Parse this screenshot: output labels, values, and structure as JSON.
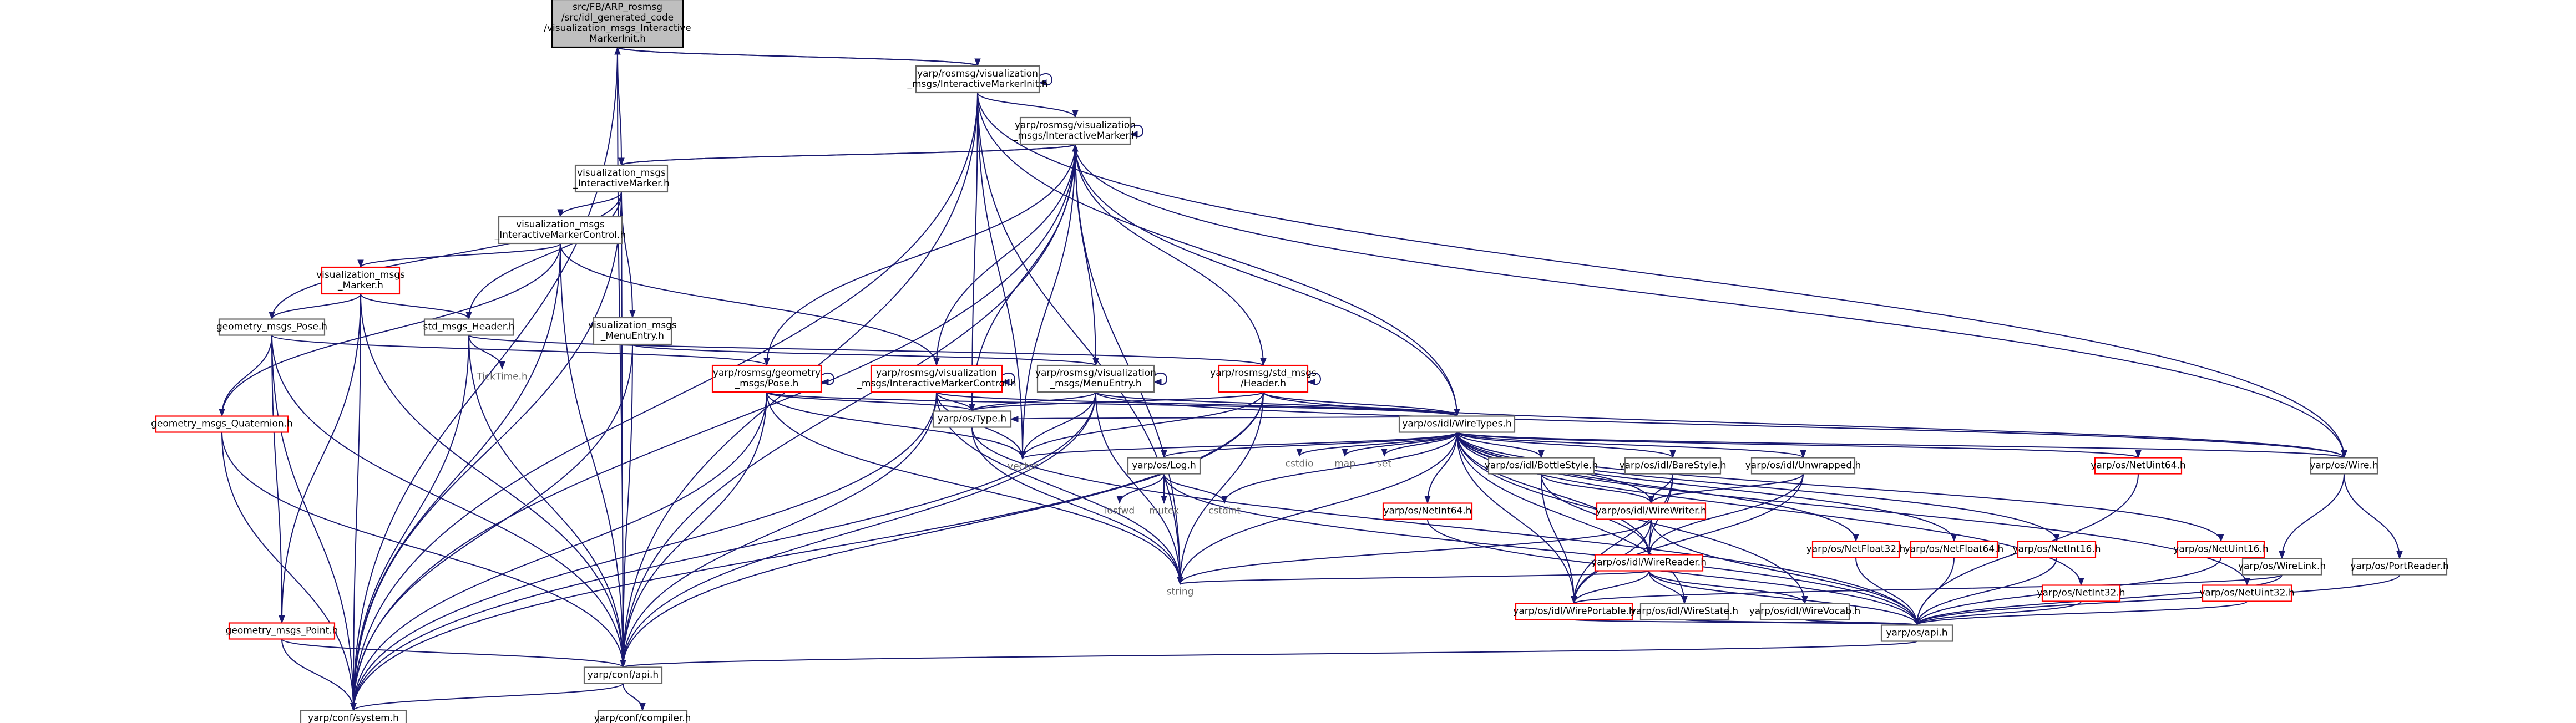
{
  "nodes": [
    {
      "id": "root",
      "label": [
        "src/FB/ARP_rosmsg",
        "/src/idl_generated_code",
        "/visualization_msgs_Interactive",
        "MarkerInit.h"
      ],
      "kind": "root"
    },
    {
      "id": "imi",
      "label": [
        "yarp/rosmsg/visualization",
        "_msgs/InteractiveMarkerInit.h"
      ],
      "kind": "normal"
    },
    {
      "id": "im_yr",
      "label": [
        "yarp/rosmsg/visualization",
        "_msgs/InteractiveMarker.h"
      ],
      "kind": "normal"
    },
    {
      "id": "vm_im",
      "label": [
        "visualization_msgs",
        "_InteractiveMarker.h"
      ],
      "kind": "normal"
    },
    {
      "id": "vm_imc",
      "label": [
        "visualization_msgs",
        "_InteractiveMarkerControl.h"
      ],
      "kind": "normal"
    },
    {
      "id": "vm_marker",
      "label": [
        "visualization_msgs",
        "_Marker.h"
      ],
      "kind": "red"
    },
    {
      "id": "gm_pose",
      "label": [
        "geometry_msgs_Pose.h"
      ],
      "kind": "normal"
    },
    {
      "id": "std_header",
      "label": [
        "std_msgs_Header.h"
      ],
      "kind": "normal"
    },
    {
      "id": "ticktime",
      "label": [
        "TickTime.h"
      ],
      "kind": "plain"
    },
    {
      "id": "vm_menu",
      "label": [
        "visualization_msgs",
        "_MenuEntry.h"
      ],
      "kind": "normal"
    },
    {
      "id": "gm_quat",
      "label": [
        "geometry_msgs_Quaternion.h"
      ],
      "kind": "red"
    },
    {
      "id": "gm_point",
      "label": [
        "geometry_msgs_Point.h"
      ],
      "kind": "red"
    },
    {
      "id": "yr_pose",
      "label": [
        "yarp/rosmsg/geometry",
        "_msgs/Pose.h"
      ],
      "kind": "red"
    },
    {
      "id": "yr_imc",
      "label": [
        "yarp/rosmsg/visualization",
        "_msgs/InteractiveMarkerControl.h"
      ],
      "kind": "red"
    },
    {
      "id": "yr_menu",
      "label": [
        "yarp/rosmsg/visualization",
        "_msgs/MenuEntry.h"
      ],
      "kind": "normal"
    },
    {
      "id": "yr_header",
      "label": [
        "yarp/rosmsg/std_msgs",
        "/Header.h"
      ],
      "kind": "red"
    },
    {
      "id": "os_type",
      "label": [
        "yarp/os/Type.h"
      ],
      "kind": "normal"
    },
    {
      "id": "wiretypes",
      "label": [
        "yarp/os/idl/WireTypes.h"
      ],
      "kind": "normal"
    },
    {
      "id": "vector",
      "label": [
        "vector"
      ],
      "kind": "plain"
    },
    {
      "id": "cstdio",
      "label": [
        "cstdio"
      ],
      "kind": "plain"
    },
    {
      "id": "map",
      "label": [
        "map"
      ],
      "kind": "plain"
    },
    {
      "id": "set",
      "label": [
        "set"
      ],
      "kind": "plain"
    },
    {
      "id": "cstdint",
      "label": [
        "cstdint"
      ],
      "kind": "plain"
    },
    {
      "id": "os_log",
      "label": [
        "yarp/os/Log.h"
      ],
      "kind": "normal"
    },
    {
      "id": "iosfwd",
      "label": [
        "iosfwd"
      ],
      "kind": "plain"
    },
    {
      "id": "mutex",
      "label": [
        "mutex"
      ],
      "kind": "plain"
    },
    {
      "id": "netint64",
      "label": [
        "yarp/os/NetInt64.h"
      ],
      "kind": "red"
    },
    {
      "id": "bottlestyle",
      "label": [
        "yarp/os/idl/BottleStyle.h"
      ],
      "kind": "normal"
    },
    {
      "id": "barestyle",
      "label": [
        "yarp/os/idl/BareStyle.h"
      ],
      "kind": "normal"
    },
    {
      "id": "unwrapped",
      "label": [
        "yarp/os/idl/Unwrapped.h"
      ],
      "kind": "normal"
    },
    {
      "id": "wirewriter",
      "label": [
        "yarp/os/idl/WireWriter.h"
      ],
      "kind": "red"
    },
    {
      "id": "wirereader",
      "label": [
        "yarp/os/idl/WireReader.h"
      ],
      "kind": "red"
    },
    {
      "id": "wireportable",
      "label": [
        "yarp/os/idl/WirePortable.h"
      ],
      "kind": "red"
    },
    {
      "id": "wirestate",
      "label": [
        "yarp/os/idl/WireState.h"
      ],
      "kind": "normal"
    },
    {
      "id": "wirevocab",
      "label": [
        "yarp/os/idl/WireVocab.h"
      ],
      "kind": "normal"
    },
    {
      "id": "netfloat32",
      "label": [
        "yarp/os/NetFloat32.h"
      ],
      "kind": "red"
    },
    {
      "id": "netfloat64",
      "label": [
        "yarp/os/NetFloat64.h"
      ],
      "kind": "red"
    },
    {
      "id": "netint16",
      "label": [
        "yarp/os/NetInt16.h"
      ],
      "kind": "red"
    },
    {
      "id": "netint32",
      "label": [
        "yarp/os/NetInt32.h"
      ],
      "kind": "red"
    },
    {
      "id": "netuint64",
      "label": [
        "yarp/os/NetUint64.h"
      ],
      "kind": "red"
    },
    {
      "id": "netuint16",
      "label": [
        "yarp/os/NetUint16.h"
      ],
      "kind": "red"
    },
    {
      "id": "netuint32",
      "label": [
        "yarp/os/NetUint32.h"
      ],
      "kind": "red"
    },
    {
      "id": "os_wire",
      "label": [
        "yarp/os/Wire.h"
      ],
      "kind": "normal"
    },
    {
      "id": "wirelink",
      "label": [
        "yarp/os/WireLink.h"
      ],
      "kind": "normal"
    },
    {
      "id": "portreader",
      "label": [
        "yarp/os/PortReader.h"
      ],
      "kind": "normal"
    },
    {
      "id": "string",
      "label": [
        "string"
      ],
      "kind": "plain"
    },
    {
      "id": "os_api",
      "label": [
        "yarp/os/api.h"
      ],
      "kind": "normal"
    },
    {
      "id": "conf_api",
      "label": [
        "yarp/conf/api.h"
      ],
      "kind": "normal"
    },
    {
      "id": "conf_system",
      "label": [
        "yarp/conf/system.h"
      ],
      "kind": "normal"
    },
    {
      "id": "conf_compiler",
      "label": [
        "yarp/conf/compiler.h"
      ],
      "kind": "normal"
    }
  ],
  "edges": [
    [
      "root",
      "imi"
    ],
    [
      "root",
      "vm_im"
    ],
    [
      "root",
      "conf_system"
    ],
    [
      "root",
      "conf_api"
    ],
    [
      "imi",
      "imi"
    ],
    [
      "imi",
      "root"
    ],
    [
      "imi",
      "im_yr"
    ],
    [
      "imi",
      "os_type"
    ],
    [
      "imi",
      "wiretypes"
    ],
    [
      "imi",
      "vector"
    ],
    [
      "imi",
      "string"
    ],
    [
      "imi",
      "os_wire"
    ],
    [
      "imi",
      "conf_api"
    ],
    [
      "imi",
      "conf_system"
    ],
    [
      "im_yr",
      "im_yr"
    ],
    [
      "im_yr",
      "vm_im"
    ],
    [
      "im_yr",
      "yr_header"
    ],
    [
      "im_yr",
      "yr_pose"
    ],
    [
      "im_yr",
      "yr_menu"
    ],
    [
      "im_yr",
      "yr_imc"
    ],
    [
      "im_yr",
      "os_type"
    ],
    [
      "im_yr",
      "wiretypes"
    ],
    [
      "im_yr",
      "vector"
    ],
    [
      "im_yr",
      "string"
    ],
    [
      "im_yr",
      "os_wire"
    ],
    [
      "im_yr",
      "conf_api"
    ],
    [
      "im_yr",
      "conf_system"
    ],
    [
      "vm_im",
      "im_yr"
    ],
    [
      "vm_im",
      "vm_imc"
    ],
    [
      "vm_im",
      "vm_menu"
    ],
    [
      "vm_im",
      "std_header"
    ],
    [
      "vm_im",
      "gm_pose"
    ],
    [
      "vm_im",
      "conf_api"
    ],
    [
      "vm_im",
      "conf_system"
    ],
    [
      "vm_imc",
      "yr_imc"
    ],
    [
      "vm_imc",
      "vm_marker"
    ],
    [
      "vm_imc",
      "gm_quat"
    ],
    [
      "vm_imc",
      "conf_api"
    ],
    [
      "vm_imc",
      "conf_system"
    ],
    [
      "vm_marker",
      "std_header"
    ],
    [
      "vm_marker",
      "gm_pose"
    ],
    [
      "vm_marker",
      "gm_point"
    ],
    [
      "vm_marker",
      "conf_api"
    ],
    [
      "vm_marker",
      "conf_system"
    ],
    [
      "gm_pose",
      "yr_pose"
    ],
    [
      "gm_pose",
      "gm_quat"
    ],
    [
      "gm_pose",
      "gm_point"
    ],
    [
      "gm_pose",
      "conf_api"
    ],
    [
      "gm_pose",
      "conf_system"
    ],
    [
      "std_header",
      "yr_header"
    ],
    [
      "std_header",
      "ticktime"
    ],
    [
      "std_header",
      "conf_api"
    ],
    [
      "std_header",
      "conf_system"
    ],
    [
      "vm_menu",
      "yr_menu"
    ],
    [
      "vm_menu",
      "conf_api"
    ],
    [
      "vm_menu",
      "conf_system"
    ],
    [
      "gm_quat",
      "conf_api"
    ],
    [
      "gm_quat",
      "conf_system"
    ],
    [
      "gm_point",
      "conf_api"
    ],
    [
      "gm_point",
      "conf_system"
    ],
    [
      "yr_pose",
      "yr_pose"
    ],
    [
      "yr_pose",
      "os_type"
    ],
    [
      "yr_pose",
      "wiretypes"
    ],
    [
      "yr_pose",
      "vector"
    ],
    [
      "yr_pose",
      "string"
    ],
    [
      "yr_pose",
      "conf_api"
    ],
    [
      "yr_pose",
      "conf_system"
    ],
    [
      "yr_imc",
      "yr_imc"
    ],
    [
      "yr_imc",
      "os_type"
    ],
    [
      "yr_imc",
      "wiretypes"
    ],
    [
      "yr_imc",
      "vector"
    ],
    [
      "yr_imc",
      "string"
    ],
    [
      "yr_imc",
      "conf_api"
    ],
    [
      "yr_imc",
      "conf_system"
    ],
    [
      "yr_menu",
      "yr_menu"
    ],
    [
      "yr_menu",
      "os_type"
    ],
    [
      "yr_menu",
      "wiretypes"
    ],
    [
      "yr_menu",
      "vector"
    ],
    [
      "yr_menu",
      "string"
    ],
    [
      "yr_menu",
      "os_wire"
    ],
    [
      "yr_menu",
      "conf_api"
    ],
    [
      "yr_menu",
      "conf_system"
    ],
    [
      "yr_header",
      "yr_header"
    ],
    [
      "yr_header",
      "os_type"
    ],
    [
      "yr_header",
      "wiretypes"
    ],
    [
      "yr_header",
      "vector"
    ],
    [
      "yr_header",
      "string"
    ],
    [
      "yr_header",
      "os_wire"
    ],
    [
      "yr_header",
      "conf_api"
    ],
    [
      "yr_header",
      "conf_system"
    ],
    [
      "os_type",
      "string"
    ],
    [
      "os_type",
      "os_api"
    ],
    [
      "wiretypes",
      "vector"
    ],
    [
      "wiretypes",
      "cstdio"
    ],
    [
      "wiretypes",
      "map"
    ],
    [
      "wiretypes",
      "set"
    ],
    [
      "wiretypes",
      "cstdint"
    ],
    [
      "wiretypes",
      "os_log"
    ],
    [
      "wiretypes",
      "netint64"
    ],
    [
      "wiretypes",
      "bottlestyle"
    ],
    [
      "wiretypes",
      "barestyle"
    ],
    [
      "wiretypes",
      "unwrapped"
    ],
    [
      "wiretypes",
      "wirewriter"
    ],
    [
      "wiretypes",
      "wirereader"
    ],
    [
      "wiretypes",
      "wireportable"
    ],
    [
      "wiretypes",
      "wirestate"
    ],
    [
      "wiretypes",
      "wirevocab"
    ],
    [
      "wiretypes",
      "netfloat32"
    ],
    [
      "wiretypes",
      "netfloat64"
    ],
    [
      "wiretypes",
      "netint16"
    ],
    [
      "wiretypes",
      "netint32"
    ],
    [
      "wiretypes",
      "netuint64"
    ],
    [
      "wiretypes",
      "netuint16"
    ],
    [
      "wiretypes",
      "netuint32"
    ],
    [
      "wiretypes",
      "os_wire"
    ],
    [
      "wiretypes",
      "string"
    ],
    [
      "wiretypes",
      "os_type"
    ],
    [
      "os_log",
      "iosfwd"
    ],
    [
      "os_log",
      "mutex"
    ],
    [
      "os_log",
      "cstdint"
    ],
    [
      "os_log",
      "os_api"
    ],
    [
      "netint64",
      "os_api"
    ],
    [
      "bottlestyle",
      "wirewriter"
    ],
    [
      "bottlestyle",
      "wirereader"
    ],
    [
      "bottlestyle",
      "wireportable"
    ],
    [
      "barestyle",
      "wirewriter"
    ],
    [
      "barestyle",
      "wirereader"
    ],
    [
      "barestyle",
      "wireportable"
    ],
    [
      "unwrapped",
      "wirewriter"
    ],
    [
      "unwrapped",
      "wirereader"
    ],
    [
      "unwrapped",
      "wireportable"
    ],
    [
      "wirewriter",
      "wirereader"
    ],
    [
      "wirewriter",
      "wireportable"
    ],
    [
      "wirewriter",
      "string"
    ],
    [
      "wirewriter",
      "os_api"
    ],
    [
      "wirereader",
      "wireportable"
    ],
    [
      "wirereader",
      "wirestate"
    ],
    [
      "wirereader",
      "wirevocab"
    ],
    [
      "wirereader",
      "string"
    ],
    [
      "wirereader",
      "os_api"
    ],
    [
      "wireportable",
      "os_api"
    ],
    [
      "wirestate",
      "os_api"
    ],
    [
      "wirevocab",
      "os_api"
    ],
    [
      "netfloat32",
      "os_api"
    ],
    [
      "netfloat64",
      "os_api"
    ],
    [
      "netint16",
      "os_api"
    ],
    [
      "netint32",
      "os_api"
    ],
    [
      "netuint64",
      "os_api"
    ],
    [
      "netuint16",
      "os_api"
    ],
    [
      "netuint32",
      "os_api"
    ],
    [
      "os_wire",
      "wirelink"
    ],
    [
      "os_wire",
      "portreader"
    ],
    [
      "wirelink",
      "wireportable"
    ],
    [
      "wirelink",
      "os_api"
    ],
    [
      "portreader",
      "os_api"
    ],
    [
      "os_api",
      "conf_api"
    ],
    [
      "conf_api",
      "conf_compiler"
    ],
    [
      "conf_api",
      "conf_system"
    ]
  ]
}
